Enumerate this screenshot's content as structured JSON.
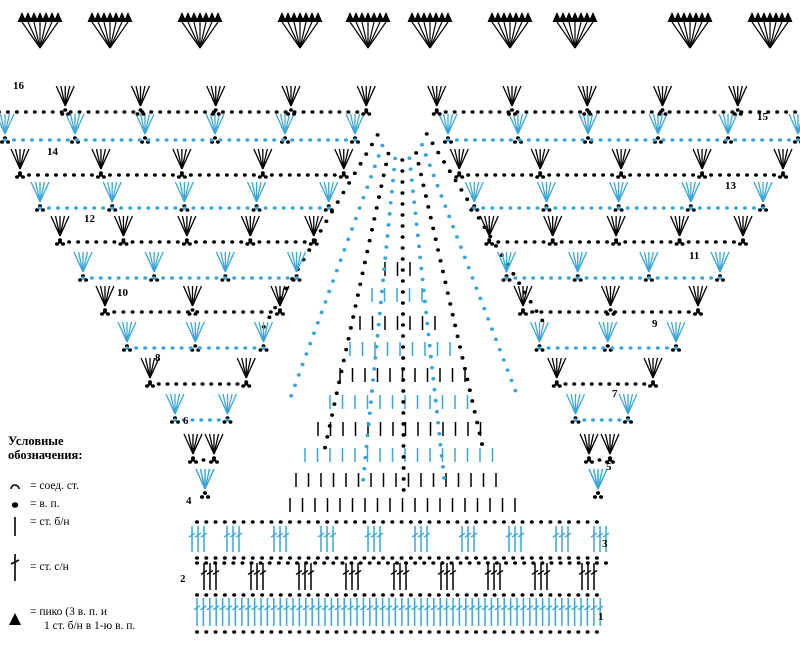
{
  "row_numbers": [
    "1",
    "2",
    "3",
    "4",
    "5",
    "6",
    "7",
    "8",
    "9",
    "10",
    "11",
    "12",
    "13",
    "14",
    "15",
    "16"
  ],
  "legend": {
    "title_line1": "Условные",
    "title_line2": "обозначения:",
    "items": [
      {
        "symbol": "slip-stitch-icon",
        "text": "= соед. ст."
      },
      {
        "symbol": "chain-icon",
        "text": "= в. п."
      },
      {
        "symbol": "single-crochet-icon",
        "text": "= ст. б/н"
      },
      {
        "symbol": "double-crochet-icon",
        "text": "= ст. с/н"
      },
      {
        "symbol": "picot-icon",
        "text_line1": "= пико (3 в. п. и",
        "text_line2": "1 ст. б/н в 1-ю в. п."
      }
    ]
  },
  "colors": {
    "black": "#000000",
    "blue": "#3aa6d8"
  }
}
